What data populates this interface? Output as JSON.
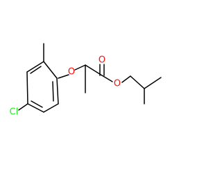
{
  "molecule": {
    "atom_labels": {
      "chlorine": "Cl",
      "ether_oxygen": "O",
      "carbonyl_oxygen": "O",
      "ester_oxygen": "O"
    },
    "colors": {
      "bond": "#000000",
      "carbon_text": "#000000",
      "oxygen": "#ff0d0d",
      "chlorine": "#1ff01f"
    }
  }
}
